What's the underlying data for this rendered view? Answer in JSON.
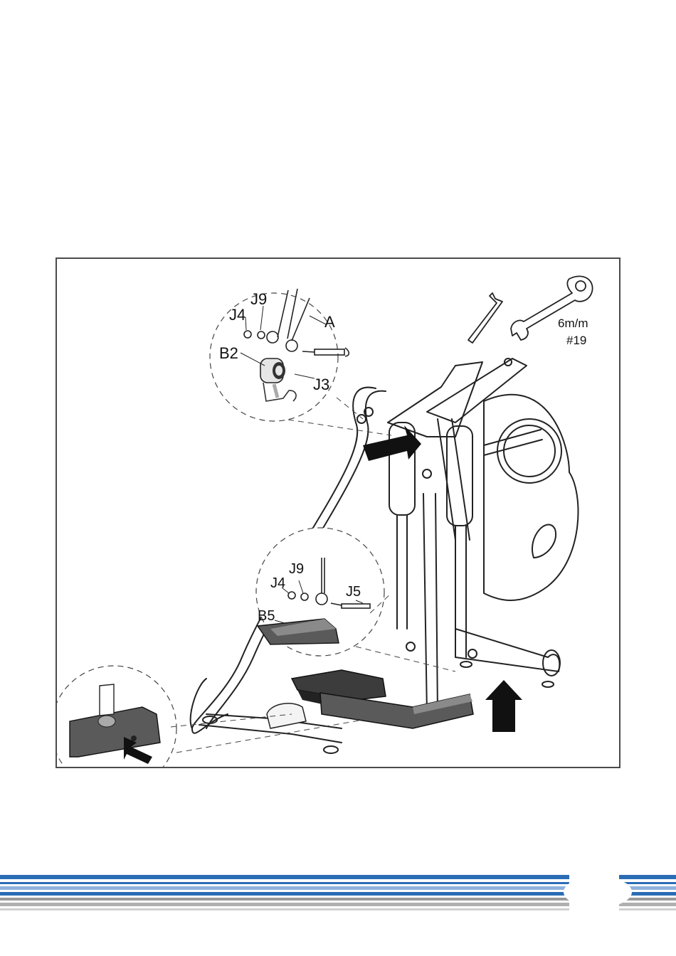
{
  "figure": {
    "callout_top": {
      "labels": {
        "j9": "J9",
        "j4": "J4",
        "a": "A",
        "b2": "B2",
        "j3": "J3"
      }
    },
    "callout_mid": {
      "labels": {
        "j4": "J4",
        "j9": "J9",
        "j5": "J5",
        "b5": "B5"
      }
    },
    "tools": {
      "wrench_size": "6m/m",
      "spanner_size": "#19"
    }
  },
  "colors": {
    "frame_border": "#4a4a4a",
    "part_dark": "#5a5a5a",
    "arrow": "#111111",
    "stripe_blue": "#2a6db5",
    "stripe_grey": "#9a9a9a"
  }
}
